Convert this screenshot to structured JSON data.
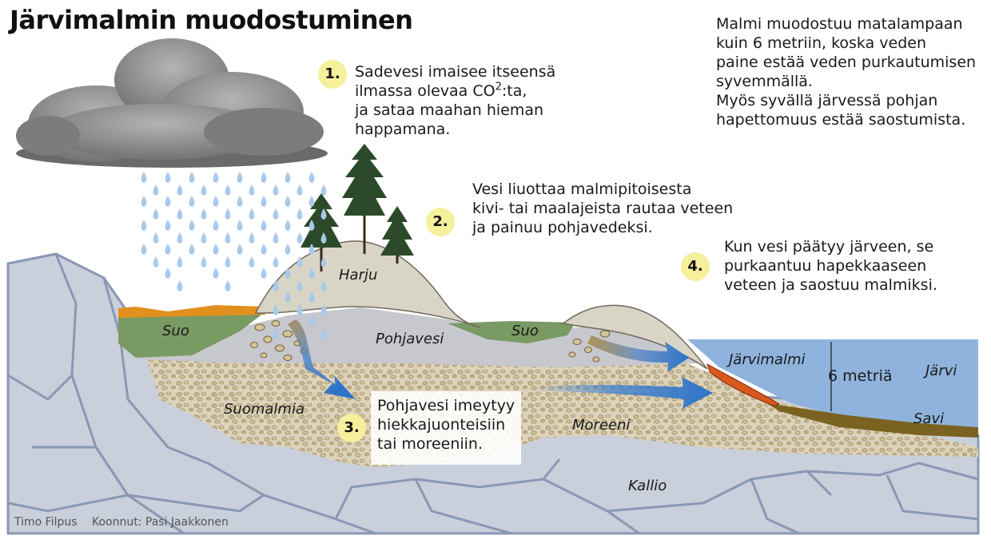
{
  "title": "Järvimalmin muodostuminen",
  "intro": {
    "lines": [
      "Malmi muodostuu matalampaan",
      "kuin 6 metriin, koska veden",
      "paine estää veden purkautumisen",
      "syvemmällä.",
      "Myös syvällä järvessä pohjan",
      "hapettomuus estää saostumista."
    ]
  },
  "steps": [
    {
      "number": "1.",
      "pre": "Sadevesi imaisee itseensä",
      "l2a": "ilmassa olevaa CO",
      "sup": "2",
      "l2b": ":ta,",
      "l3": "ja sataa maahan hieman",
      "l4": "happamana."
    },
    {
      "number": "2.",
      "l1": "Vesi liuottaa malmipitoisesta",
      "l2": "kivi- tai maalajeista rautaa veteen",
      "l3": "ja painuu pohjavedeksi."
    },
    {
      "number": "3.",
      "l1": "Pohjavesi imeytyy",
      "l2": "hiekkajuonteisiin",
      "l3": "tai moreeniin."
    },
    {
      "number": "4.",
      "l1": "Kun vesi päätyy järveen, se",
      "l2": "purkaantuu hapekkaaseen",
      "l3": "veteen ja saostuu malmiksi."
    }
  ],
  "labels": {
    "harju": "Harju",
    "suo_left": "Suo",
    "suo_right": "Suo",
    "pohjavesi": "Pohjavesi",
    "suomalmia": "Suomalmia",
    "moreeni": "Moreeni",
    "jarvimalmi": "Järvimalmi",
    "depth": "6 metriä",
    "jarvi": "Järvi",
    "savi": "Savi",
    "kallio": "Kallio"
  },
  "credits": {
    "photo": "Timo Filpus",
    "compiled": "Koonnut: Pasi Jaakkonen"
  },
  "colors": {
    "bedrock": "#c9cfdb",
    "bedrock_crack": "#8a97b4",
    "moraine": "#d8cfb8",
    "groundwater": "#c7c8ce",
    "esker": "#d9d5c6",
    "bog": "#7a9a64",
    "peat_orange": "#e1901e",
    "lake": "#8fb3dc",
    "clay": "#7a6320",
    "ore": "#d9581e",
    "arrow": "#3d7fd0",
    "badge": "#f6ef9c",
    "cloud": "#8e8e8e",
    "rain": "#a9c9ea"
  }
}
